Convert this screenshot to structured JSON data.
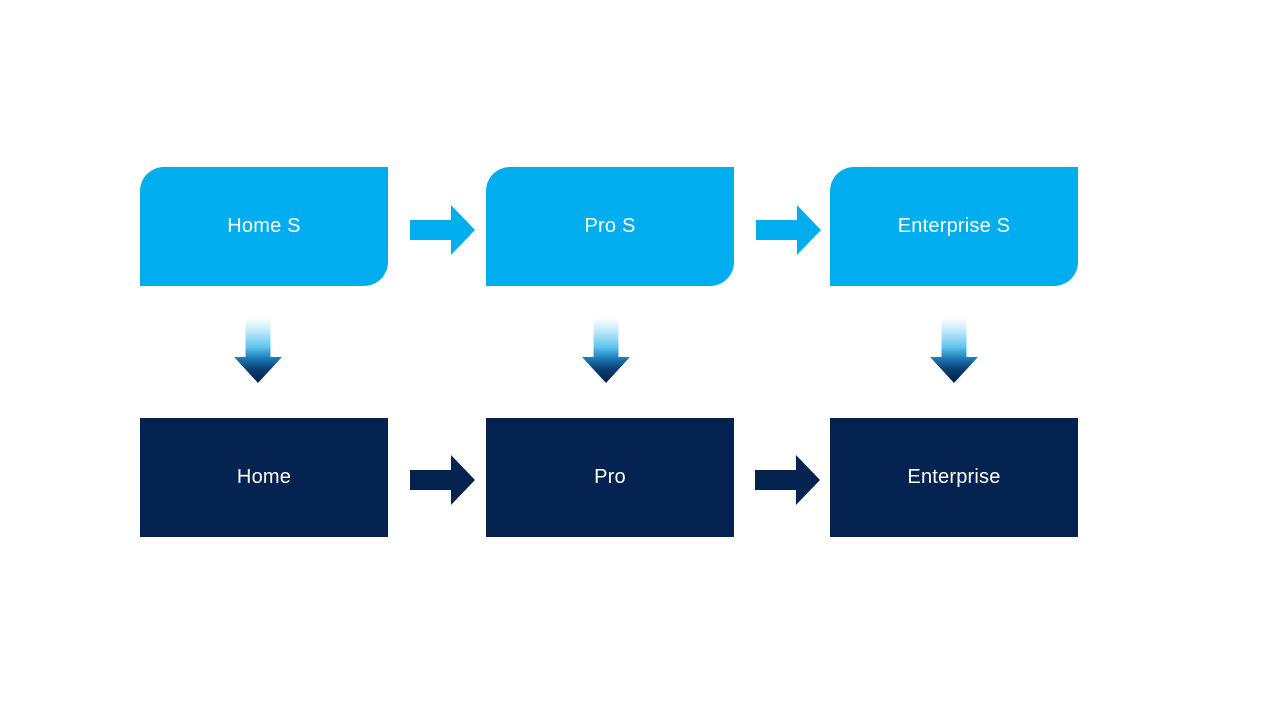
{
  "colors": {
    "background": "#ffffff",
    "light_blue": "#00aeef",
    "navy": "#052350",
    "text": "#ffffff",
    "down_top": "#ffffff",
    "down_bottom": "#061f47"
  },
  "icons": {
    "right_arrow": "block right arrow shape",
    "down_arrow": "block down arrow shape with vertical gradient"
  },
  "diagram": {
    "type": "flow",
    "top_row": {
      "shape": "round-diagonal-corner-rectangle",
      "items": [
        {
          "label": "Home S"
        },
        {
          "label": "Pro S"
        },
        {
          "label": "Enterprise S"
        }
      ]
    },
    "bottom_row": {
      "shape": "rectangle",
      "items": [
        {
          "label": "Home"
        },
        {
          "label": "Pro"
        },
        {
          "label": "Enterprise"
        }
      ]
    },
    "connections": [
      {
        "from": "Home S",
        "to": "Pro S",
        "direction": "right"
      },
      {
        "from": "Pro S",
        "to": "Enterprise S",
        "direction": "right"
      },
      {
        "from": "Home",
        "to": "Pro",
        "direction": "right"
      },
      {
        "from": "Pro",
        "to": "Enterprise",
        "direction": "right"
      },
      {
        "from": "Home S",
        "to": "Home",
        "direction": "down"
      },
      {
        "from": "Pro S",
        "to": "Pro",
        "direction": "down"
      },
      {
        "from": "Enterprise S",
        "to": "Enterprise",
        "direction": "down"
      }
    ]
  }
}
